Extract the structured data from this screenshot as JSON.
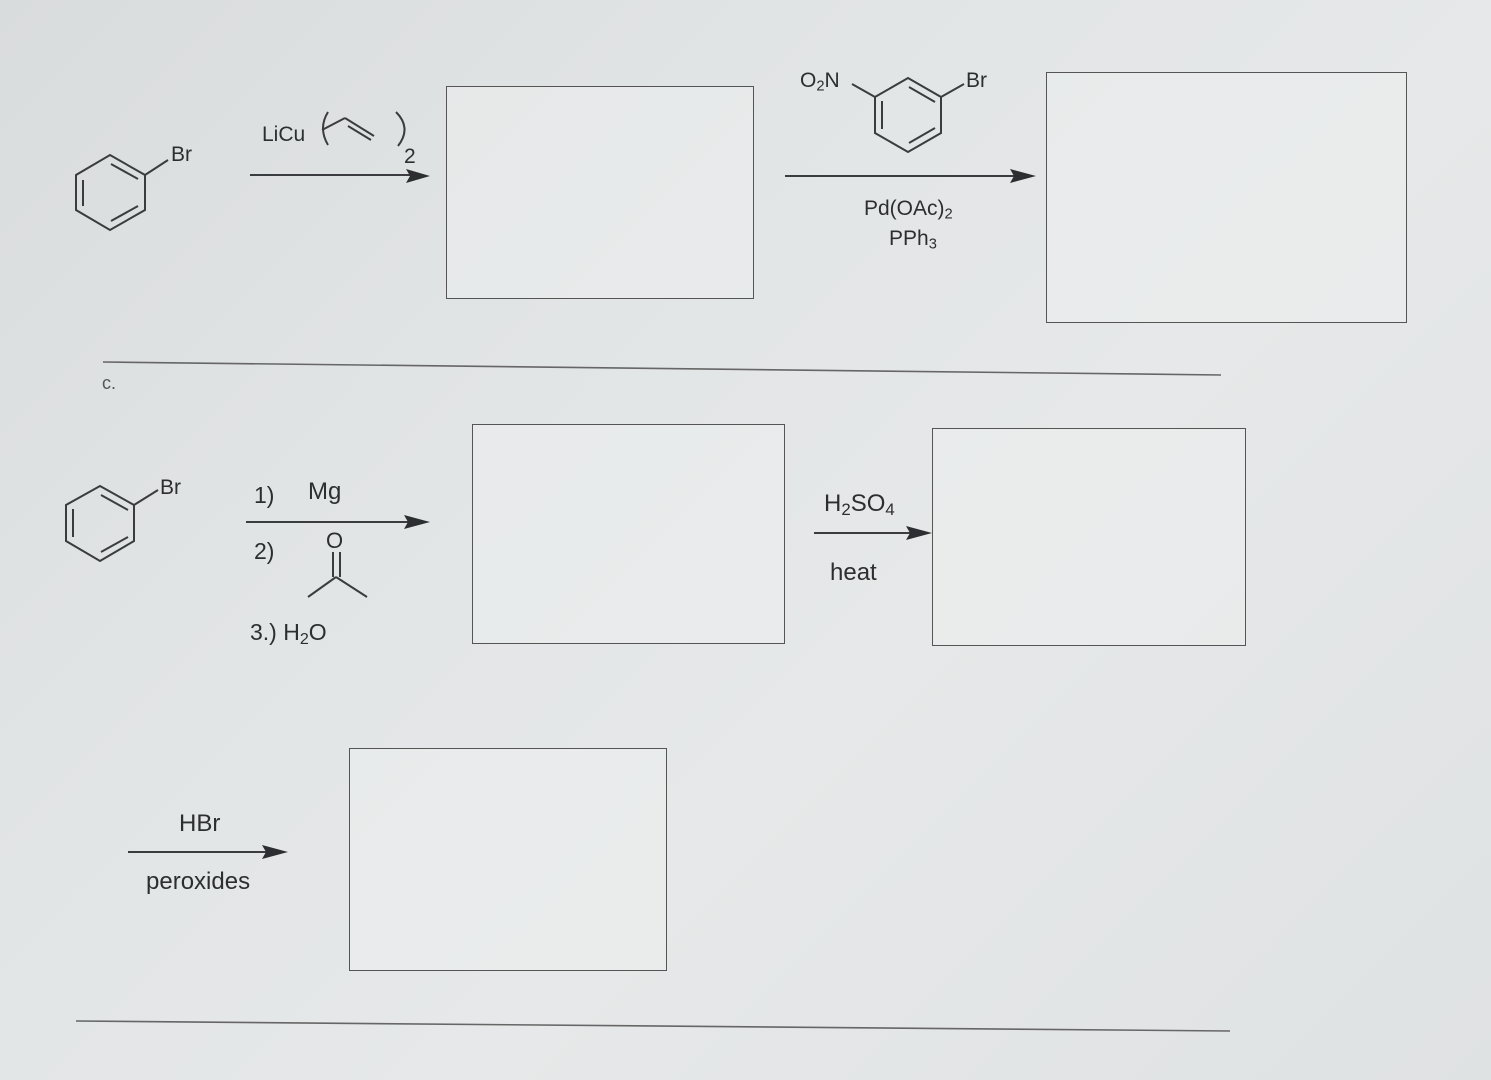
{
  "reaction_a": {
    "reactant_label": "Br",
    "reagent_prefix": "LiCu",
    "reagent_subscript": "2"
  },
  "reaction_b": {
    "reagent_no2": "O",
    "reagent_no2_sub": "2",
    "reagent_no2_n": "N",
    "reagent_br": "Br",
    "catalyst": "Pd(OAc)",
    "catalyst_sub": "2",
    "ligand": "PPh",
    "ligand_sub": "3"
  },
  "section_c": {
    "label": "c.",
    "reactant_label": "Br",
    "step1_num": "1)",
    "step1_reagent": "Mg",
    "step2_num": "2)",
    "step2_reagent_atom": "O",
    "step3": "3.) H",
    "step3_sub": "2",
    "step3_end": "O",
    "acid": "H",
    "acid_sub1": "2",
    "acid_mid": "SO",
    "acid_sub2": "4",
    "condition": "heat"
  },
  "section_d": {
    "reagent": "HBr",
    "condition": "peroxides"
  },
  "colors": {
    "ink": "#2c2e31",
    "box_border": "#555555"
  }
}
